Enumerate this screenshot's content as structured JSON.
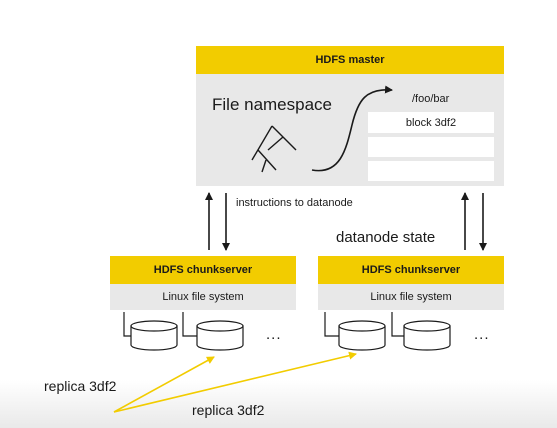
{
  "master": {
    "title": "HDFS master",
    "namespace_label": "File namespace",
    "path": "/foo/bar",
    "blocks": [
      "block 3df2",
      "",
      ""
    ]
  },
  "arrows": {
    "instructions_label": "instructions to datanode",
    "state_label": "datanode state"
  },
  "chunkservers": [
    {
      "title": "HDFS chunkserver",
      "fs_label": "Linux file system",
      "ellipsis": "..."
    },
    {
      "title": "HDFS chunkserver",
      "fs_label": "Linux file system",
      "ellipsis": "..."
    }
  ],
  "replicas": [
    {
      "label": "replica 3df2"
    },
    {
      "label": "replica 3df2"
    }
  ],
  "colors": {
    "accent": "#f2cc00",
    "panel": "#e8e8e8",
    "stroke": "#1a1a1a"
  }
}
